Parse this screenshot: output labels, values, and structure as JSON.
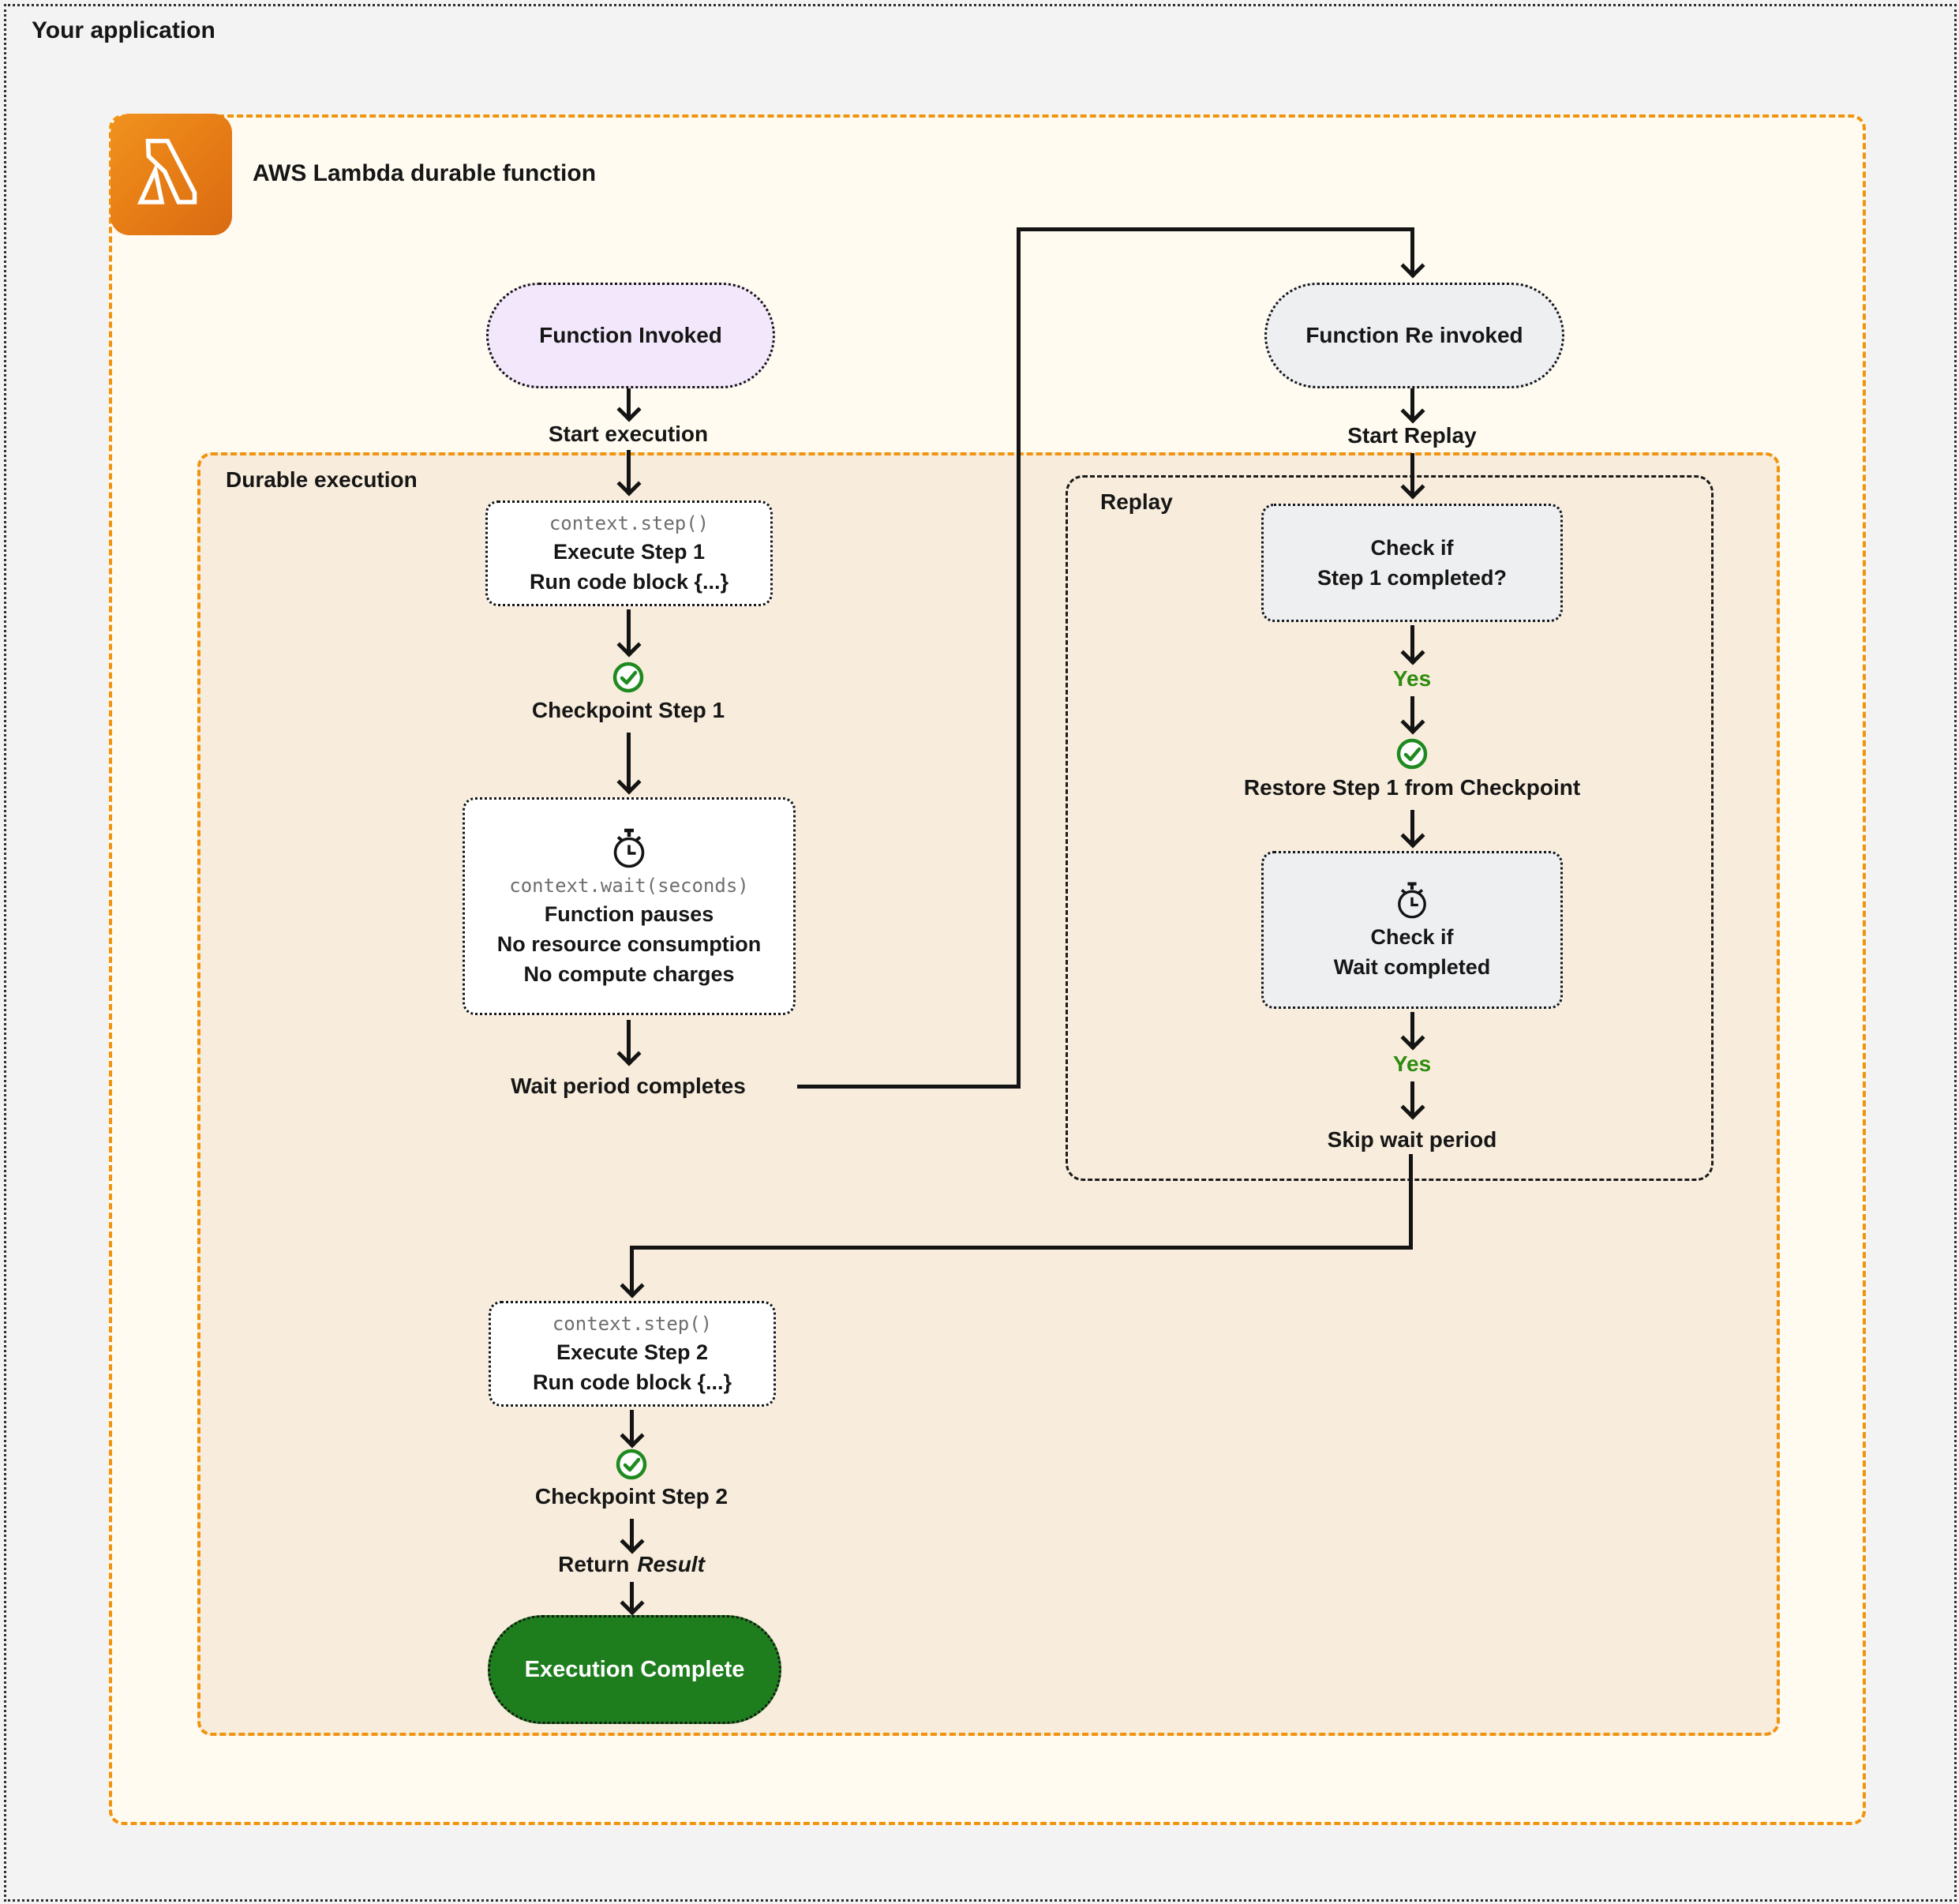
{
  "page": {
    "title": "Your application"
  },
  "lambda": {
    "title": "AWS Lambda durable function"
  },
  "colors": {
    "accent_orange": "#F0940F",
    "check_green": "#1F8A1F",
    "yes_green": "#2E8B0E",
    "complete_green": "#1E7E1E",
    "invoked_pill": "#F3E8FB",
    "reinvoked_pill": "#EEEFF1",
    "durable_bg": "#F8EDDC",
    "lambda_bg": "#FFFBF0"
  },
  "flow": {
    "function_invoked": "Function Invoked",
    "start_execution": "Start execution",
    "durable_execution_label": "Durable execution",
    "step1": {
      "code": "context.step()",
      "title": "Execute Step 1",
      "subtitle": "Run code block {...}"
    },
    "checkpoint_step1": "Checkpoint Step 1",
    "wait": {
      "code": "context.wait(seconds)",
      "line1": "Function pauses",
      "line2": "No resource consumption",
      "line3": "No compute charges"
    },
    "wait_period_completes": "Wait period completes",
    "function_reinvoked": "Function Re invoked",
    "start_replay": "Start Replay",
    "replay_label": "Replay",
    "check_step1": {
      "line1": "Check if",
      "line2": "Step 1 completed?"
    },
    "yes1": "Yes",
    "restore_step1": "Restore Step 1 from Checkpoint",
    "check_wait": {
      "line1": "Check if",
      "line2": "Wait completed"
    },
    "yes2": "Yes",
    "skip_wait_period": "Skip wait period",
    "step2": {
      "code": "context.step()",
      "title": "Execute Step 2",
      "subtitle": "Run code block {...}"
    },
    "checkpoint_step2": "Checkpoint Step 2",
    "return_word": "Return",
    "return_value": "Result",
    "execution_complete": "Execution Complete"
  }
}
